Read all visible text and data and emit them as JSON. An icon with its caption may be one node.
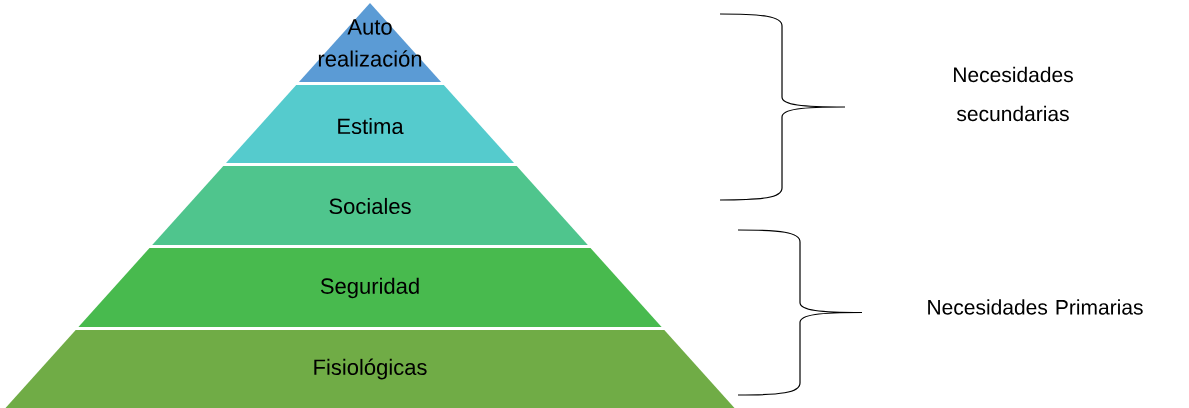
{
  "diagram": {
    "nodes": [
      {
        "text": [
          "Auto realización"
        ]
      },
      {
        "text": [
          "Estima"
        ]
      },
      {
        "text": [
          "Sociales"
        ]
      },
      {
        "text": [
          "Seguridad"
        ]
      },
      {
        "text": [
          "Fisiológicas"
        ]
      }
    ],
    "labels": [
      "Necesidades secundarias",
      "Necesidades Primarias"
    ]
  }
}
